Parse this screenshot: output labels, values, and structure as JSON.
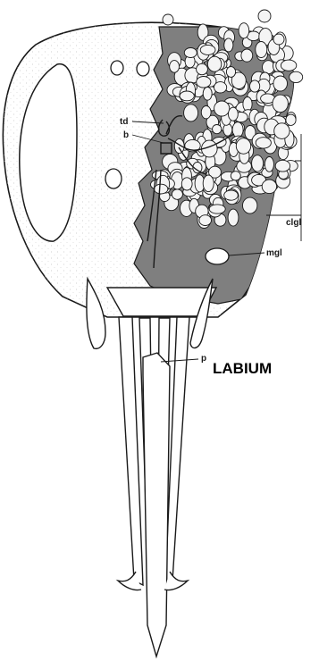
{
  "labels": {
    "td": "td",
    "b": "b",
    "clgl": "clgl",
    "mgl": "mgl",
    "p": "p",
    "labium": "LABIUM"
  },
  "colors": {
    "ink": "#1a1a1a",
    "stipple": "#cfcfcf",
    "gland_shading": "#7f7f7f",
    "lobule_fill": "#f4f4f4",
    "background": "#ffffff"
  }
}
